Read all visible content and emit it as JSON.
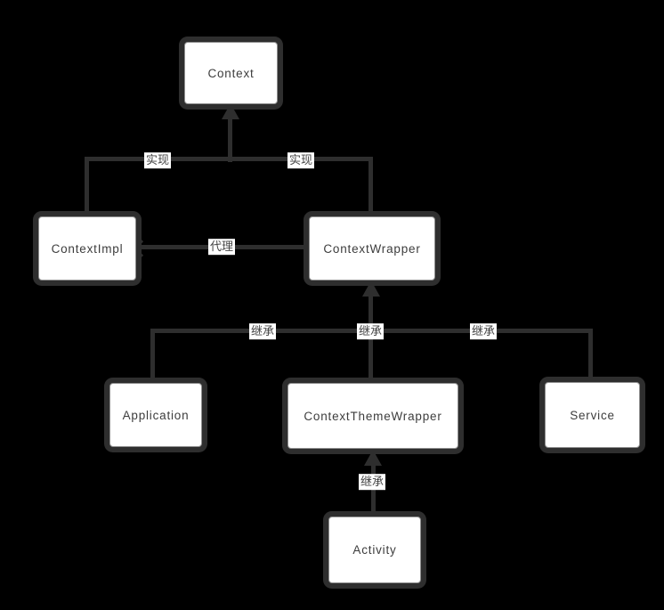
{
  "colors": {
    "background": "#000000",
    "connector": "#2e2e2e",
    "node_fill": "#ffffff",
    "node_border": "#8f8f8f",
    "node_text": "#3d3d3d",
    "label_bg": "#ffffff",
    "label_text": "#454545"
  },
  "nodes": {
    "context": {
      "label": "Context"
    },
    "context_impl": {
      "label": "ContextImpl"
    },
    "context_wrapper": {
      "label": "ContextWrapper"
    },
    "application": {
      "label": "Application"
    },
    "context_theme_wrapper": {
      "label": "ContextThemeWrapper"
    },
    "service": {
      "label": "Service"
    },
    "activity": {
      "label": "Activity"
    }
  },
  "edge_labels": {
    "implement_left": {
      "text": "实现"
    },
    "implement_right": {
      "text": "实现"
    },
    "proxy": {
      "text": "代理"
    },
    "inherit_application": {
      "text": "继承"
    },
    "inherit_theme_wrapper": {
      "text": "继承"
    },
    "inherit_service": {
      "text": "继承"
    },
    "inherit_activity": {
      "text": "继承"
    }
  }
}
